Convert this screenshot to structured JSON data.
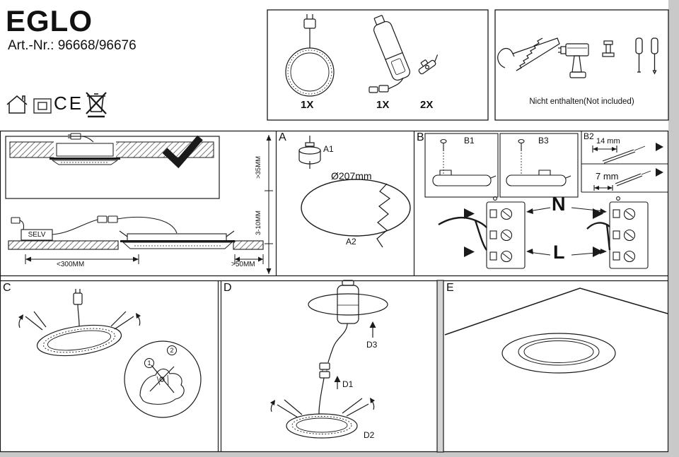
{
  "header": {
    "brand": "EGLO",
    "art_nr": "Art.-Nr.: 96668/96676",
    "ce_mark": "CE"
  },
  "parts_box": {
    "items": [
      {
        "name": "led-panel-light",
        "qty": "1X"
      },
      {
        "name": "led-driver",
        "qty": "1X"
      },
      {
        "name": "cable-clamp",
        "qty": "2X"
      }
    ]
  },
  "tools_box": {
    "note": "Nicht enthalten(Not included)"
  },
  "install": {
    "selv": "SELV",
    "dim_width": "<300MM",
    "dim_edge": ">50MM",
    "dim_void": ">35MM",
    "dim_thickness": "3-10MM"
  },
  "sections": {
    "a": {
      "label": "A",
      "step1": "A1",
      "diameter": "Ø207mm",
      "step2": "A2"
    },
    "b": {
      "label": "B",
      "sub1": "B1",
      "sub3": "B3",
      "sub2": "B2",
      "strip_long": "14 mm",
      "strip_short": "7 mm",
      "neutral": "N",
      "live": "L"
    },
    "c": {
      "label": "C",
      "num1": "1",
      "num2": "2"
    },
    "d": {
      "label": "D",
      "d1": "D1",
      "d2": "D2",
      "d3": "D3"
    },
    "e": {
      "label": "E"
    }
  },
  "colors": {
    "line": "#1a1a1a",
    "page_edge": "#c9c9c9"
  }
}
